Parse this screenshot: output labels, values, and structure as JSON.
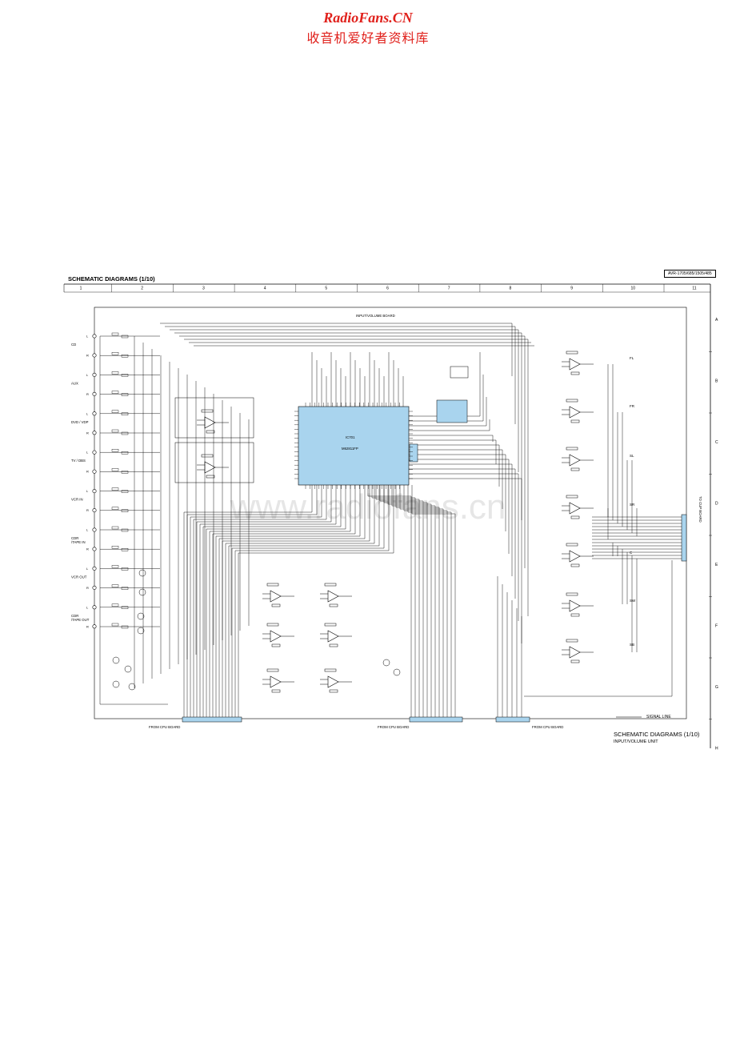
{
  "watermark": {
    "site": "RadioFans.CN",
    "tagline": "收音机爱好者资料库",
    "background": "www.radiofans.cn"
  },
  "header": {
    "title": "SCHEMATIC DIAGRAMS (1/10)",
    "model": "AVR-1705/685/1505/485"
  },
  "grid": {
    "columns": [
      "1",
      "2",
      "3",
      "4",
      "5",
      "6",
      "7",
      "8",
      "9",
      "10",
      "11"
    ],
    "rows": [
      "A",
      "B",
      "C",
      "D",
      "E",
      "F",
      "G",
      "H"
    ]
  },
  "board": {
    "name": "INPUT/VOLUME BOARD",
    "ic_ref": "IC701",
    "ic_part": "M62811FP",
    "to_board": "TO CUP BOARD",
    "from_cpu_1": "FROM CPU BOARD",
    "from_cpu_2": "FROM CPU BOARD",
    "from_cpu_3": "FROM CPU BOARD"
  },
  "inputs": [
    {
      "name": "CD"
    },
    {
      "name": "AUX"
    },
    {
      "name": "DVD / VDP"
    },
    {
      "name": "TV / DBS"
    },
    {
      "name": "VCR IN"
    },
    {
      "name": "CDR\n/TAPE IN"
    },
    {
      "name": "VCR OUT"
    },
    {
      "name": "CDR\n/TAPE OUT"
    }
  ],
  "channel_letters": {
    "left": "L",
    "right": "R"
  },
  "outputs": [
    "FL",
    "FR",
    "SL",
    "SR",
    "C",
    "SW",
    "SB"
  ],
  "legend": {
    "signal_line": "SIGNAL LINE"
  },
  "footer": {
    "title": "SCHEMATIC DIAGRAMS (1/10)",
    "subtitle": "INPUT/VOLUME UNIT"
  },
  "colors": {
    "watermark": "#e0201b",
    "ic_fill": "#a9d4ee",
    "signal_line": "#b8b8b8"
  }
}
